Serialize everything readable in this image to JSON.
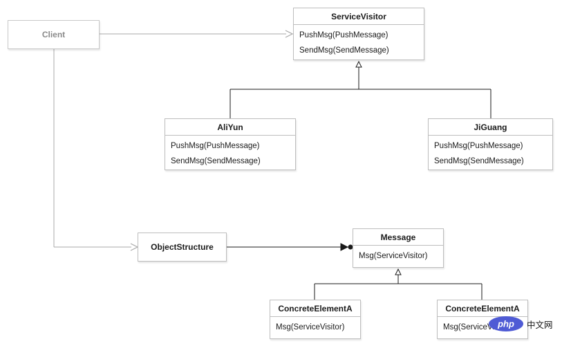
{
  "client": {
    "label": "Client"
  },
  "service_visitor": {
    "title": "ServiceVisitor",
    "methods": [
      "PushMsg(PushMessage)",
      "SendMsg(SendMessage)"
    ]
  },
  "aliyun": {
    "title": "AliYun",
    "methods": [
      "PushMsg(PushMessage)",
      "SendMsg(SendMessage)"
    ]
  },
  "jiguang": {
    "title": "JiGuang",
    "methods": [
      "PushMsg(PushMessage)",
      "SendMsg(SendMessage)"
    ]
  },
  "object_structure": {
    "label": "ObjectStructure"
  },
  "message": {
    "title": "Message",
    "methods": [
      "Msg(ServiceVisitor)"
    ]
  },
  "concrete_element_a_left": {
    "title": "ConcreteElementA",
    "methods": [
      "Msg(ServiceVisitor)"
    ]
  },
  "concrete_element_a_right": {
    "title": "ConcreteElementA",
    "methods": [
      "Msg(ServiceVisitor)"
    ]
  },
  "watermark": {
    "logo_text": "php",
    "site_text": "中文网",
    "colors": {
      "logo_bg": "#4f5bd5",
      "logo_text": "#ffffff"
    }
  },
  "colors": {
    "border": "#bdbdbd",
    "dependency_line": "#a8a8a8",
    "inheritance_line": "#1a1a1a"
  }
}
